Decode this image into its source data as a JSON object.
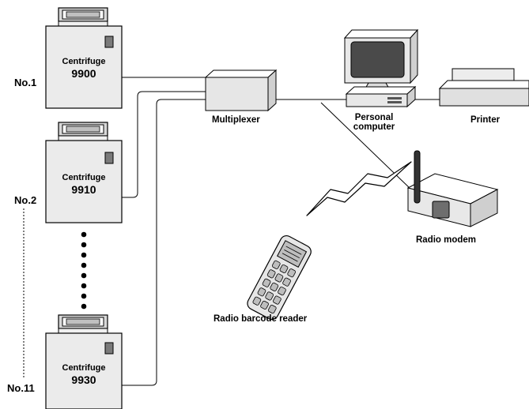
{
  "centrifuges": [
    {
      "label": "Centrifuge",
      "model": "9900",
      "number": "No.1"
    },
    {
      "label": "Centrifuge",
      "model": "9910",
      "number": "No.2"
    },
    {
      "label": "Centrifuge",
      "model": "9930",
      "number": "No.11"
    }
  ],
  "devices": {
    "multiplexer": "Multiplexer",
    "pc_line1": "Personal",
    "pc_line2": "computer",
    "printer": "Printer",
    "radio_modem": "Radio modem",
    "barcode_reader": "Radio barcode reader"
  }
}
